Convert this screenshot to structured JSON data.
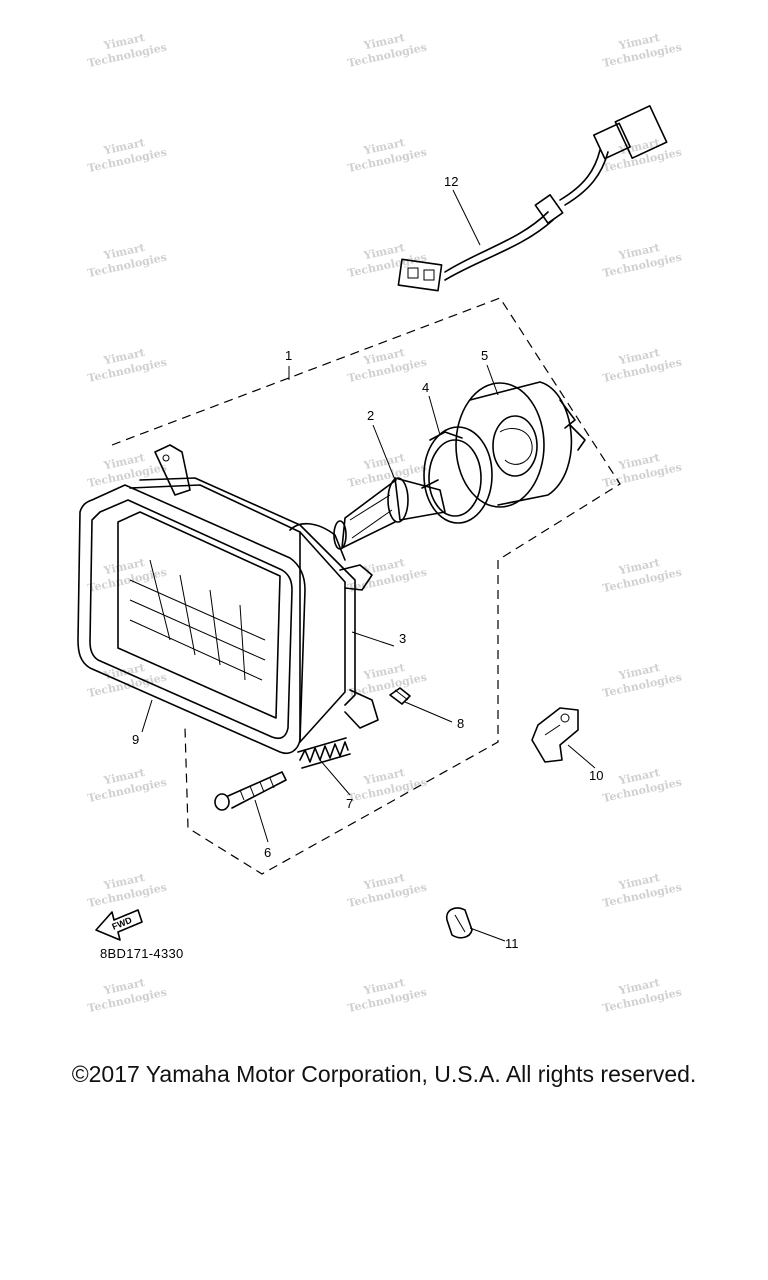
{
  "diagram": {
    "callouts": [
      "1",
      "2",
      "3",
      "4",
      "5",
      "6",
      "7",
      "8",
      "9",
      "10",
      "11",
      "12"
    ],
    "part_code": "8BD171-4330",
    "fwd_label": "FWD",
    "watermark_line1": "Yimart",
    "watermark_line2": "Technologies"
  },
  "footer": {
    "copyright": "©2017 Yamaha Motor Corporation, U.S.A. All rights reserved."
  },
  "colors": {
    "ink": "#000000",
    "watermark": "#d0d0d0",
    "background": "#ffffff"
  }
}
